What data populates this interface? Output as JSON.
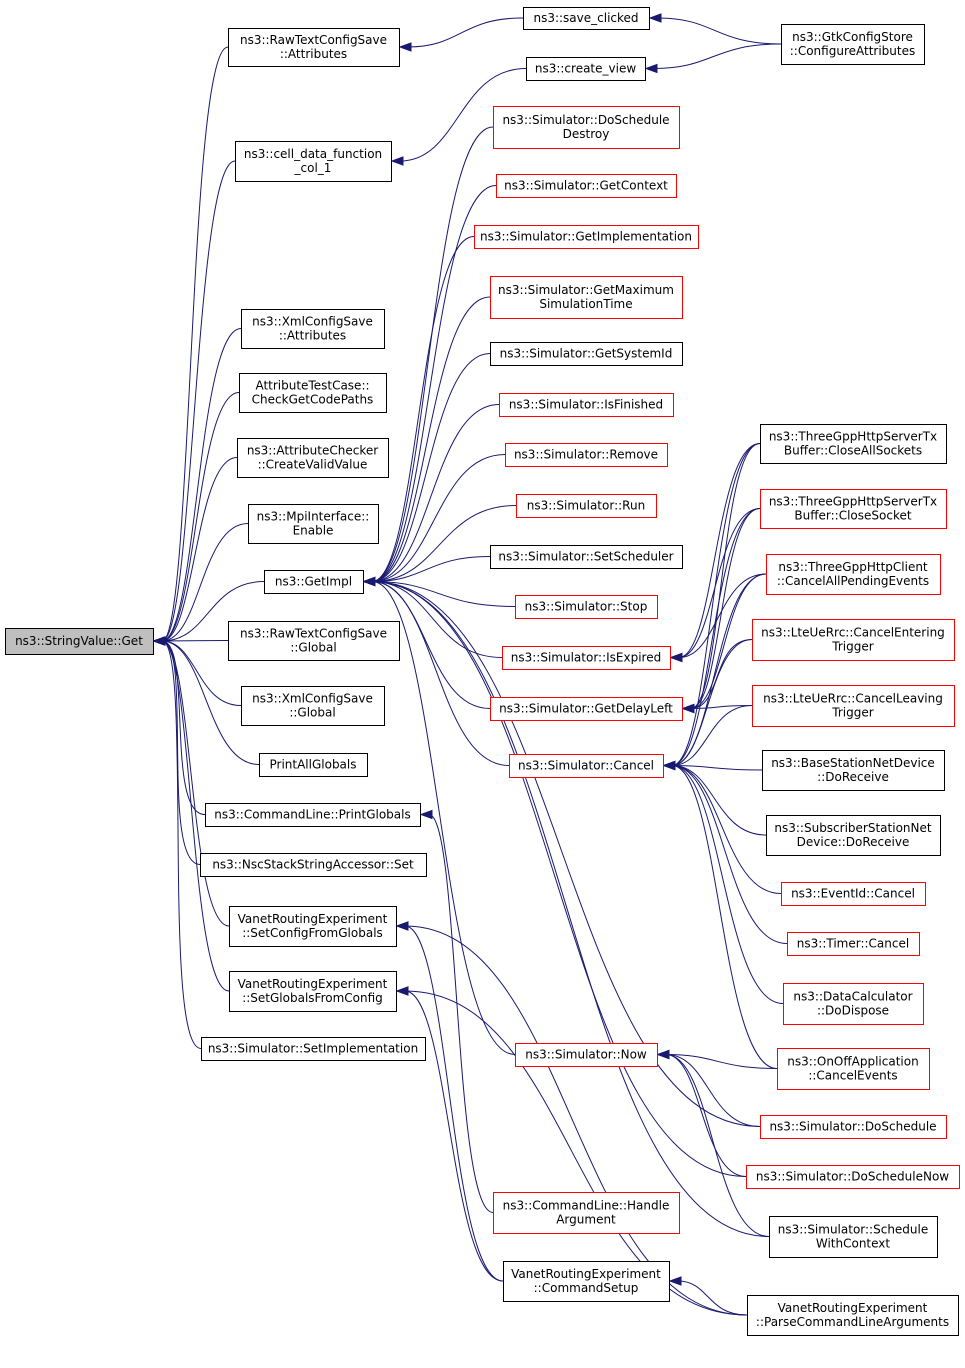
{
  "colors": {
    "edge": "#191970",
    "border_black": "#000000",
    "border_red": "#ff0000",
    "fill_highlight": "#bfbfbf",
    "fill_default": "#ffffff"
  },
  "nodes": [
    {
      "id": "root",
      "lines": [
        "ns3::StringValue::Get"
      ],
      "border": "black",
      "highlight": true
    },
    {
      "id": "raw_attr",
      "lines": [
        "ns3::RawTextConfigSave",
        "::Attributes"
      ],
      "border": "black"
    },
    {
      "id": "save_clicked",
      "lines": [
        "ns3::save_clicked"
      ],
      "border": "black"
    },
    {
      "id": "gtk",
      "lines": [
        "ns3::GtkConfigStore",
        "::ConfigureAttributes"
      ],
      "border": "black"
    },
    {
      "id": "create_view",
      "lines": [
        "ns3::create_view"
      ],
      "border": "black"
    },
    {
      "id": "cell_data",
      "lines": [
        "ns3::cell_data_function",
        "_col_1"
      ],
      "border": "black"
    },
    {
      "id": "xml_attr",
      "lines": [
        "ns3::XmlConfigSave",
        "::Attributes"
      ],
      "border": "black"
    },
    {
      "id": "attr_test",
      "lines": [
        "AttributeTestCase::",
        "CheckGetCodePaths"
      ],
      "border": "black"
    },
    {
      "id": "attr_checker",
      "lines": [
        "ns3::AttributeChecker",
        "::CreateValidValue"
      ],
      "border": "black"
    },
    {
      "id": "mpi",
      "lines": [
        "ns3::MpiInterface::",
        "Enable"
      ],
      "border": "black"
    },
    {
      "id": "getimpl",
      "lines": [
        "ns3::GetImpl"
      ],
      "border": "black"
    },
    {
      "id": "raw_global",
      "lines": [
        "ns3::RawTextConfigSave",
        "::Global"
      ],
      "border": "black"
    },
    {
      "id": "xml_global",
      "lines": [
        "ns3::XmlConfigSave",
        "::Global"
      ],
      "border": "black"
    },
    {
      "id": "printall",
      "lines": [
        "PrintAllGlobals"
      ],
      "border": "black"
    },
    {
      "id": "cmd_print",
      "lines": [
        "ns3::CommandLine::PrintGlobals"
      ],
      "border": "black"
    },
    {
      "id": "nsc_set",
      "lines": [
        "ns3::NscStackStringAccessor::Set"
      ],
      "border": "black"
    },
    {
      "id": "vanet_setcfg",
      "lines": [
        "VanetRoutingExperiment",
        "::SetConfigFromGlobals"
      ],
      "border": "black"
    },
    {
      "id": "vanet_setglob",
      "lines": [
        "VanetRoutingExperiment",
        "::SetGlobalsFromConfig"
      ],
      "border": "black"
    },
    {
      "id": "sim_setimpl",
      "lines": [
        "ns3::Simulator::SetImplementation"
      ],
      "border": "black"
    },
    {
      "id": "sim_dosched_destroy",
      "lines": [
        "ns3::Simulator::DoSchedule",
        "Destroy"
      ],
      "border": "red"
    },
    {
      "id": "sim_getcontext",
      "lines": [
        "ns3::Simulator::GetContext"
      ],
      "border": "red"
    },
    {
      "id": "sim_getimpl",
      "lines": [
        "ns3::Simulator::GetImplementation"
      ],
      "border": "red"
    },
    {
      "id": "sim_getmax",
      "lines": [
        "ns3::Simulator::GetMaximum",
        "SimulationTime"
      ],
      "border": "red"
    },
    {
      "id": "sim_getsys",
      "lines": [
        "ns3::Simulator::GetSystemId"
      ],
      "border": "black"
    },
    {
      "id": "sim_isfinished",
      "lines": [
        "ns3::Simulator::IsFinished"
      ],
      "border": "red"
    },
    {
      "id": "sim_remove",
      "lines": [
        "ns3::Simulator::Remove"
      ],
      "border": "red"
    },
    {
      "id": "sim_run",
      "lines": [
        "ns3::Simulator::Run"
      ],
      "border": "red"
    },
    {
      "id": "sim_setsched",
      "lines": [
        "ns3::Simulator::SetScheduler"
      ],
      "border": "black"
    },
    {
      "id": "sim_stop",
      "lines": [
        "ns3::Simulator::Stop"
      ],
      "border": "red"
    },
    {
      "id": "sim_isexpired",
      "lines": [
        "ns3::Simulator::IsExpired"
      ],
      "border": "red"
    },
    {
      "id": "sim_getdelay",
      "lines": [
        "ns3::Simulator::GetDelayLeft"
      ],
      "border": "red"
    },
    {
      "id": "sim_cancel",
      "lines": [
        "ns3::Simulator::Cancel"
      ],
      "border": "red"
    },
    {
      "id": "sim_now",
      "lines": [
        "ns3::Simulator::Now"
      ],
      "border": "red"
    },
    {
      "id": "cmd_handle",
      "lines": [
        "ns3::CommandLine::Handle",
        "Argument"
      ],
      "border": "red"
    },
    {
      "id": "vanet_cmdsetup",
      "lines": [
        "VanetRoutingExperiment",
        "::CommandSetup"
      ],
      "border": "black"
    },
    {
      "id": "tgpp_closeall",
      "lines": [
        "ns3::ThreeGppHttpServerTx",
        "Buffer::CloseAllSockets"
      ],
      "border": "black"
    },
    {
      "id": "tgpp_close",
      "lines": [
        "ns3::ThreeGppHttpServerTx",
        "Buffer::CloseSocket"
      ],
      "border": "red"
    },
    {
      "id": "tgpp_client",
      "lines": [
        "ns3::ThreeGppHttpClient",
        "::CancelAllPendingEvents"
      ],
      "border": "red"
    },
    {
      "id": "lte_enter",
      "lines": [
        "ns3::LteUeRrc::CancelEntering",
        "Trigger"
      ],
      "border": "red"
    },
    {
      "id": "lte_leave",
      "lines": [
        "ns3::LteUeRrc::CancelLeaving",
        "Trigger"
      ],
      "border": "red"
    },
    {
      "id": "bs_recv",
      "lines": [
        "ns3::BaseStationNetDevice",
        "::DoReceive"
      ],
      "border": "black"
    },
    {
      "id": "ss_recv",
      "lines": [
        "ns3::SubscriberStationNet",
        "Device::DoReceive"
      ],
      "border": "black"
    },
    {
      "id": "eventid_cancel",
      "lines": [
        "ns3::EventId::Cancel"
      ],
      "border": "red"
    },
    {
      "id": "timer_cancel",
      "lines": [
        "ns3::Timer::Cancel"
      ],
      "border": "red"
    },
    {
      "id": "datacalc",
      "lines": [
        "ns3::DataCalculator",
        "::DoDispose"
      ],
      "border": "red"
    },
    {
      "id": "onoff",
      "lines": [
        "ns3::OnOffApplication",
        "::CancelEvents"
      ],
      "border": "red"
    },
    {
      "id": "sim_dosched",
      "lines": [
        "ns3::Simulator::DoSchedule"
      ],
      "border": "red"
    },
    {
      "id": "sim_doschednow",
      "lines": [
        "ns3::Simulator::DoScheduleNow"
      ],
      "border": "red"
    },
    {
      "id": "sim_schedctx",
      "lines": [
        "ns3::Simulator::Schedule",
        "WithContext"
      ],
      "border": "black"
    },
    {
      "id": "vanet_parse",
      "lines": [
        "VanetRoutingExperiment",
        "::ParseCommandLineArguments"
      ],
      "border": "black"
    }
  ],
  "edges": [
    {
      "from": "raw_attr",
      "to": "root"
    },
    {
      "from": "save_clicked",
      "to": "raw_attr"
    },
    {
      "from": "gtk",
      "to": "save_clicked"
    },
    {
      "from": "cell_data",
      "to": "root"
    },
    {
      "from": "create_view",
      "to": "cell_data"
    },
    {
      "from": "gtk",
      "to": "create_view"
    },
    {
      "from": "xml_attr",
      "to": "root"
    },
    {
      "from": "attr_test",
      "to": "root"
    },
    {
      "from": "attr_checker",
      "to": "root"
    },
    {
      "from": "mpi",
      "to": "root"
    },
    {
      "from": "getimpl",
      "to": "root"
    },
    {
      "from": "raw_global",
      "to": "root"
    },
    {
      "from": "xml_global",
      "to": "root"
    },
    {
      "from": "printall",
      "to": "root"
    },
    {
      "from": "cmd_print",
      "to": "root"
    },
    {
      "from": "nsc_set",
      "to": "root"
    },
    {
      "from": "vanet_setcfg",
      "to": "root"
    },
    {
      "from": "vanet_setglob",
      "to": "root"
    },
    {
      "from": "sim_setimpl",
      "to": "root"
    },
    {
      "from": "sim_dosched_destroy",
      "to": "getimpl"
    },
    {
      "from": "sim_getcontext",
      "to": "getimpl"
    },
    {
      "from": "sim_getimpl",
      "to": "getimpl"
    },
    {
      "from": "sim_getmax",
      "to": "getimpl"
    },
    {
      "from": "sim_getsys",
      "to": "getimpl"
    },
    {
      "from": "sim_isfinished",
      "to": "getimpl"
    },
    {
      "from": "sim_remove",
      "to": "getimpl"
    },
    {
      "from": "sim_run",
      "to": "getimpl"
    },
    {
      "from": "sim_setsched",
      "to": "getimpl"
    },
    {
      "from": "sim_stop",
      "to": "getimpl"
    },
    {
      "from": "sim_isexpired",
      "to": "getimpl"
    },
    {
      "from": "sim_getdelay",
      "to": "getimpl"
    },
    {
      "from": "sim_cancel",
      "to": "getimpl"
    },
    {
      "from": "sim_now",
      "to": "getimpl"
    },
    {
      "from": "sim_dosched",
      "to": "getimpl"
    },
    {
      "from": "sim_doschednow",
      "to": "getimpl"
    },
    {
      "from": "sim_schedctx",
      "to": "getimpl"
    },
    {
      "from": "tgpp_closeall",
      "to": "sim_isexpired"
    },
    {
      "from": "tgpp_close",
      "to": "sim_isexpired"
    },
    {
      "from": "tgpp_client",
      "to": "sim_isexpired"
    },
    {
      "from": "tgpp_closeall",
      "to": "sim_getdelay"
    },
    {
      "from": "tgpp_close",
      "to": "sim_getdelay"
    },
    {
      "from": "tgpp_client",
      "to": "sim_getdelay"
    },
    {
      "from": "lte_enter",
      "to": "sim_getdelay"
    },
    {
      "from": "lte_leave",
      "to": "sim_getdelay"
    },
    {
      "from": "tgpp_closeall",
      "to": "sim_cancel"
    },
    {
      "from": "tgpp_close",
      "to": "sim_cancel"
    },
    {
      "from": "tgpp_client",
      "to": "sim_cancel"
    },
    {
      "from": "lte_enter",
      "to": "sim_cancel"
    },
    {
      "from": "lte_leave",
      "to": "sim_cancel"
    },
    {
      "from": "bs_recv",
      "to": "sim_cancel"
    },
    {
      "from": "ss_recv",
      "to": "sim_cancel"
    },
    {
      "from": "eventid_cancel",
      "to": "sim_cancel"
    },
    {
      "from": "timer_cancel",
      "to": "sim_cancel"
    },
    {
      "from": "datacalc",
      "to": "sim_cancel"
    },
    {
      "from": "onoff",
      "to": "sim_cancel"
    },
    {
      "from": "onoff",
      "to": "sim_now"
    },
    {
      "from": "sim_dosched",
      "to": "sim_now"
    },
    {
      "from": "sim_doschednow",
      "to": "sim_now"
    },
    {
      "from": "sim_schedctx",
      "to": "sim_now"
    },
    {
      "from": "cmd_handle",
      "to": "cmd_print"
    },
    {
      "from": "vanet_cmdsetup",
      "to": "vanet_setcfg"
    },
    {
      "from": "vanet_cmdsetup",
      "to": "vanet_setglob"
    },
    {
      "from": "vanet_parse",
      "to": "vanet_cmdsetup"
    },
    {
      "from": "vanet_parse",
      "to": "vanet_setcfg"
    },
    {
      "from": "vanet_parse",
      "to": "vanet_setglob"
    }
  ]
}
